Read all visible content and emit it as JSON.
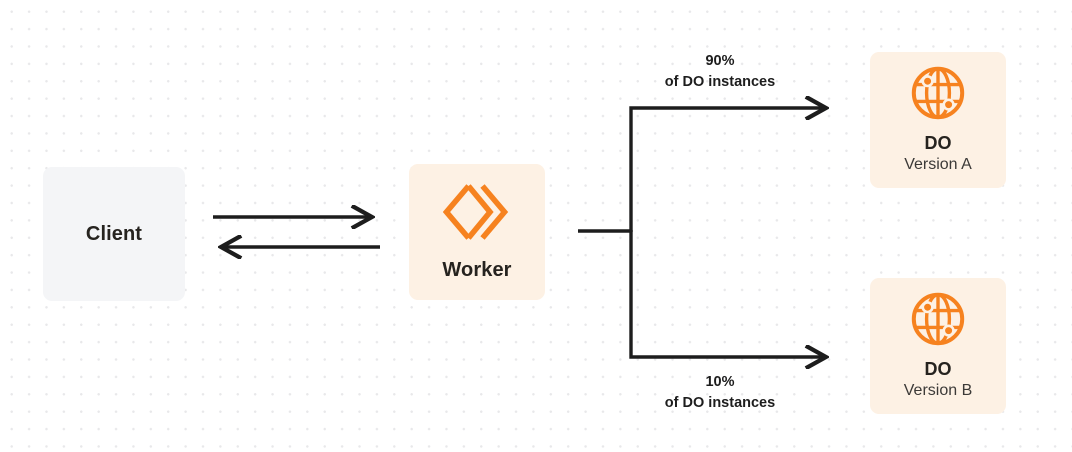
{
  "diagram": {
    "type": "architecture-flow",
    "background": {
      "style": "dot-grid",
      "dot_color": "#e8e8ea",
      "page_color": "#ffffff"
    },
    "colors": {
      "brand_orange": "#F6821F",
      "node_peach": "#FDF1E4",
      "node_gray": "#F4F5F7",
      "connector": "#1d1d1d",
      "text_dark": "#26231F"
    }
  },
  "nodes": {
    "client": {
      "title": "Client",
      "fill": "#F4F5F7"
    },
    "worker": {
      "title": "Worker",
      "icon": "cloudflare-workers-icon",
      "fill": "#FDF1E4"
    },
    "do_a": {
      "title": "DO",
      "subtitle": "Version A",
      "icon": "durable-object-globe-icon",
      "fill": "#FDF1E4"
    },
    "do_b": {
      "title": "DO",
      "subtitle": "Version B",
      "icon": "durable-object-globe-icon",
      "fill": "#FDF1E4"
    }
  },
  "edges": {
    "client_to_worker": {
      "direction": "right",
      "label": ""
    },
    "worker_to_client": {
      "direction": "left",
      "label": ""
    },
    "worker_to_do_a": {
      "percent": "90%",
      "description": "of DO instances"
    },
    "worker_to_do_b": {
      "percent": "10%",
      "description": "of DO instances"
    }
  }
}
